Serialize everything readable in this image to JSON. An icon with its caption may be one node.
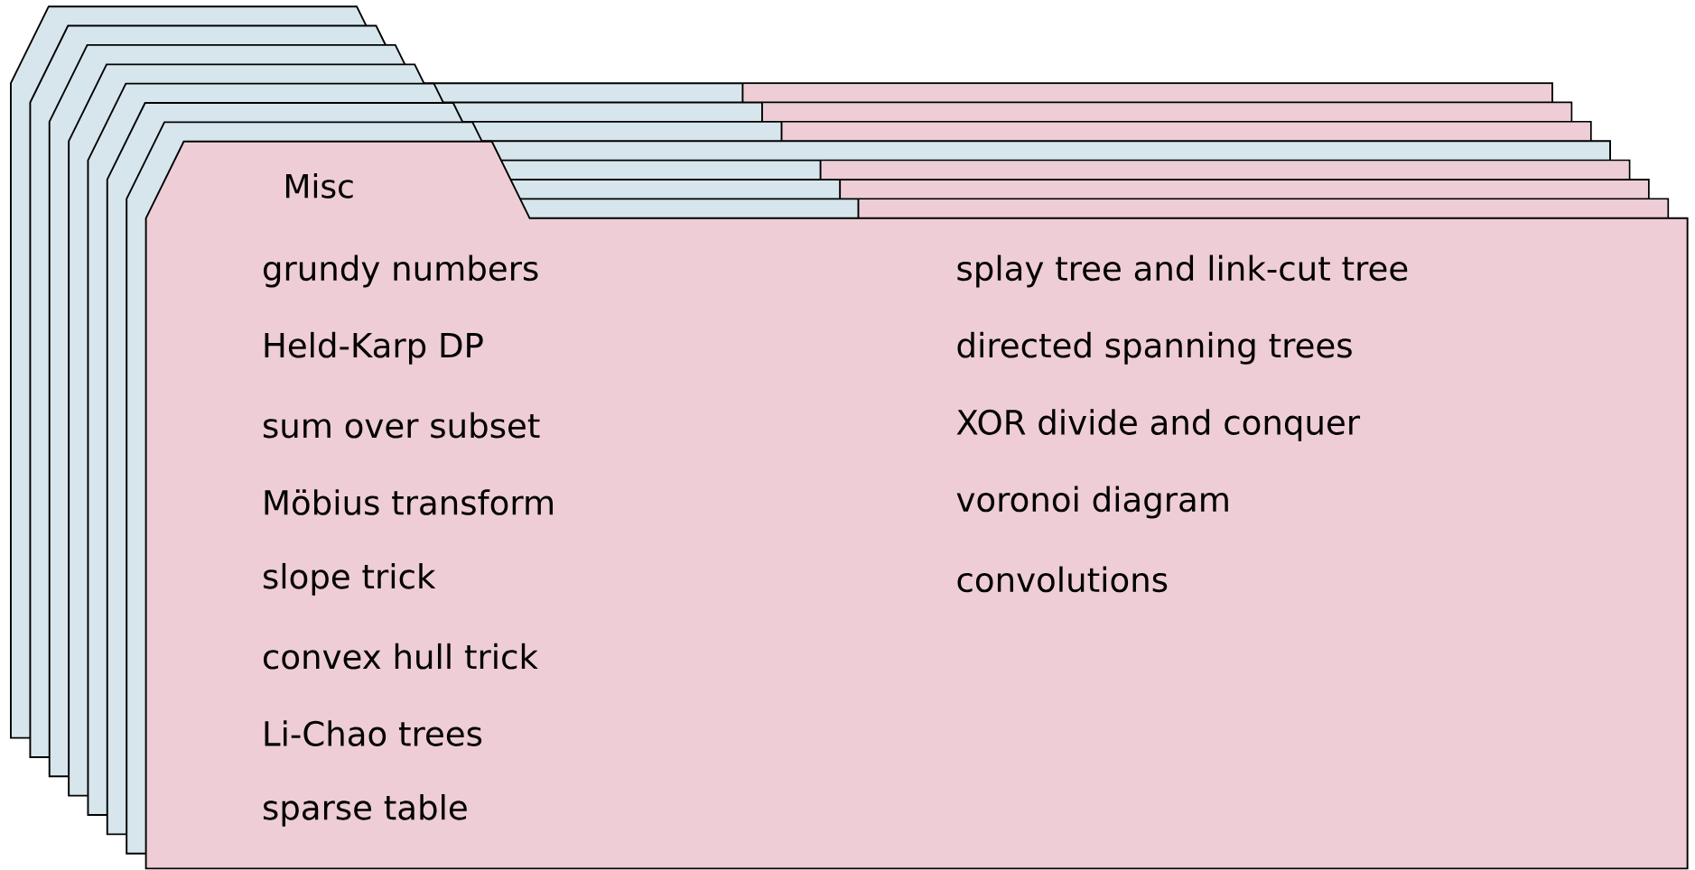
{
  "diagram": {
    "nodes": [
      {
        "text": [],
        "shape": "folder"
      },
      {
        "text": [],
        "shape": "folder"
      },
      {
        "text": [],
        "shape": "folder"
      },
      {
        "text": [],
        "shape": "folder"
      },
      {
        "text": [],
        "shape": "folder"
      },
      {
        "text": [],
        "shape": "folder"
      },
      {
        "text": [],
        "shape": "folder"
      },
      {
        "text": [
          "Misc",
          "grundy numbers",
          "Held-Karp DP",
          "sum over subset",
          "Möbius transform",
          "slope trick",
          "convex hull trick",
          "Li-Chao trees",
          "sparse table",
          "splay tree and link-cut tree",
          "directed spanning trees",
          "XOR divide and conquer",
          "voronoi diagram",
          "convolutions"
        ]
      }
    ]
  }
}
